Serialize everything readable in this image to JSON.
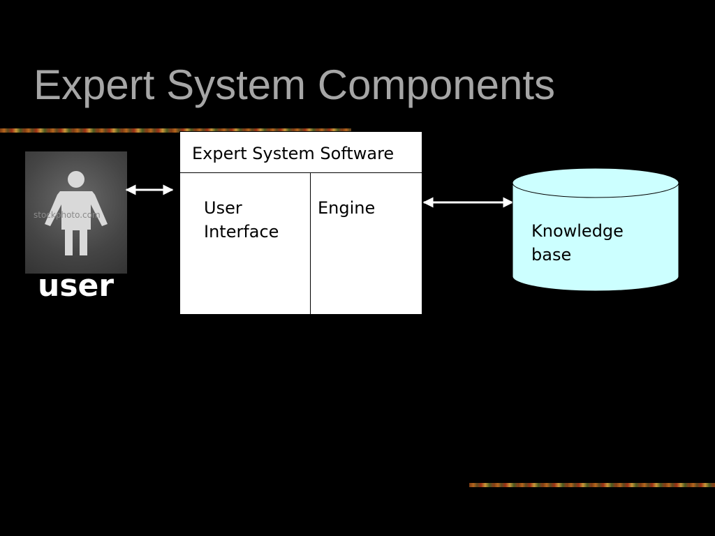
{
  "slide": {
    "title": "Expert System Components"
  },
  "user": {
    "label": "user",
    "photo_icon": "person-pictogram-icon",
    "watermark": "stockphoto.com"
  },
  "software": {
    "title": "Expert System Software",
    "components": [
      {
        "label_line1": "User",
        "label_line2": "Interface"
      },
      {
        "label_line1": "Engine"
      }
    ]
  },
  "knowledge_base": {
    "label_line1": "Knowledge",
    "label_line2": "base",
    "fill_color": "#ccffff"
  },
  "colors": {
    "background": "#000000",
    "title": "#a6a6a6",
    "box_fill": "#ffffff",
    "arrow": "#ffffff"
  }
}
